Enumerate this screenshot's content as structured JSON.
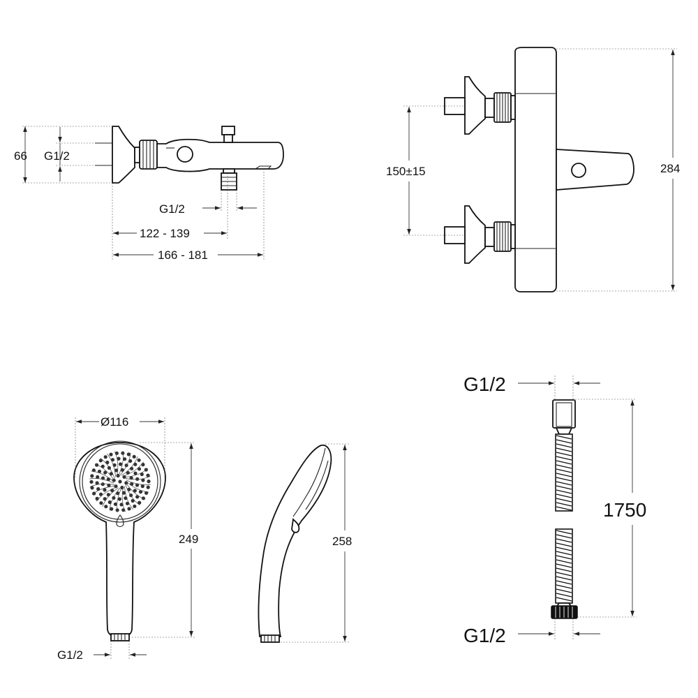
{
  "dimensions": {
    "mixer_side": {
      "height": "66",
      "thread_inlet": "G1/2",
      "thread_outlet": "G1/2",
      "projection_short": "122 - 139",
      "projection_long": "166 - 181"
    },
    "mixer_front": {
      "centers": "150±15",
      "height": "284"
    },
    "hand_shower": {
      "diameter": "Ø116",
      "length_front": "249",
      "length_side": "258",
      "thread": "G1/2"
    },
    "hose": {
      "thread_top": "G1/2",
      "length": "1750",
      "thread_bottom": "G1/2"
    }
  },
  "colors": {
    "line": "#111111",
    "background": "#ffffff"
  },
  "icons": [
    "arrow-head-icon"
  ]
}
